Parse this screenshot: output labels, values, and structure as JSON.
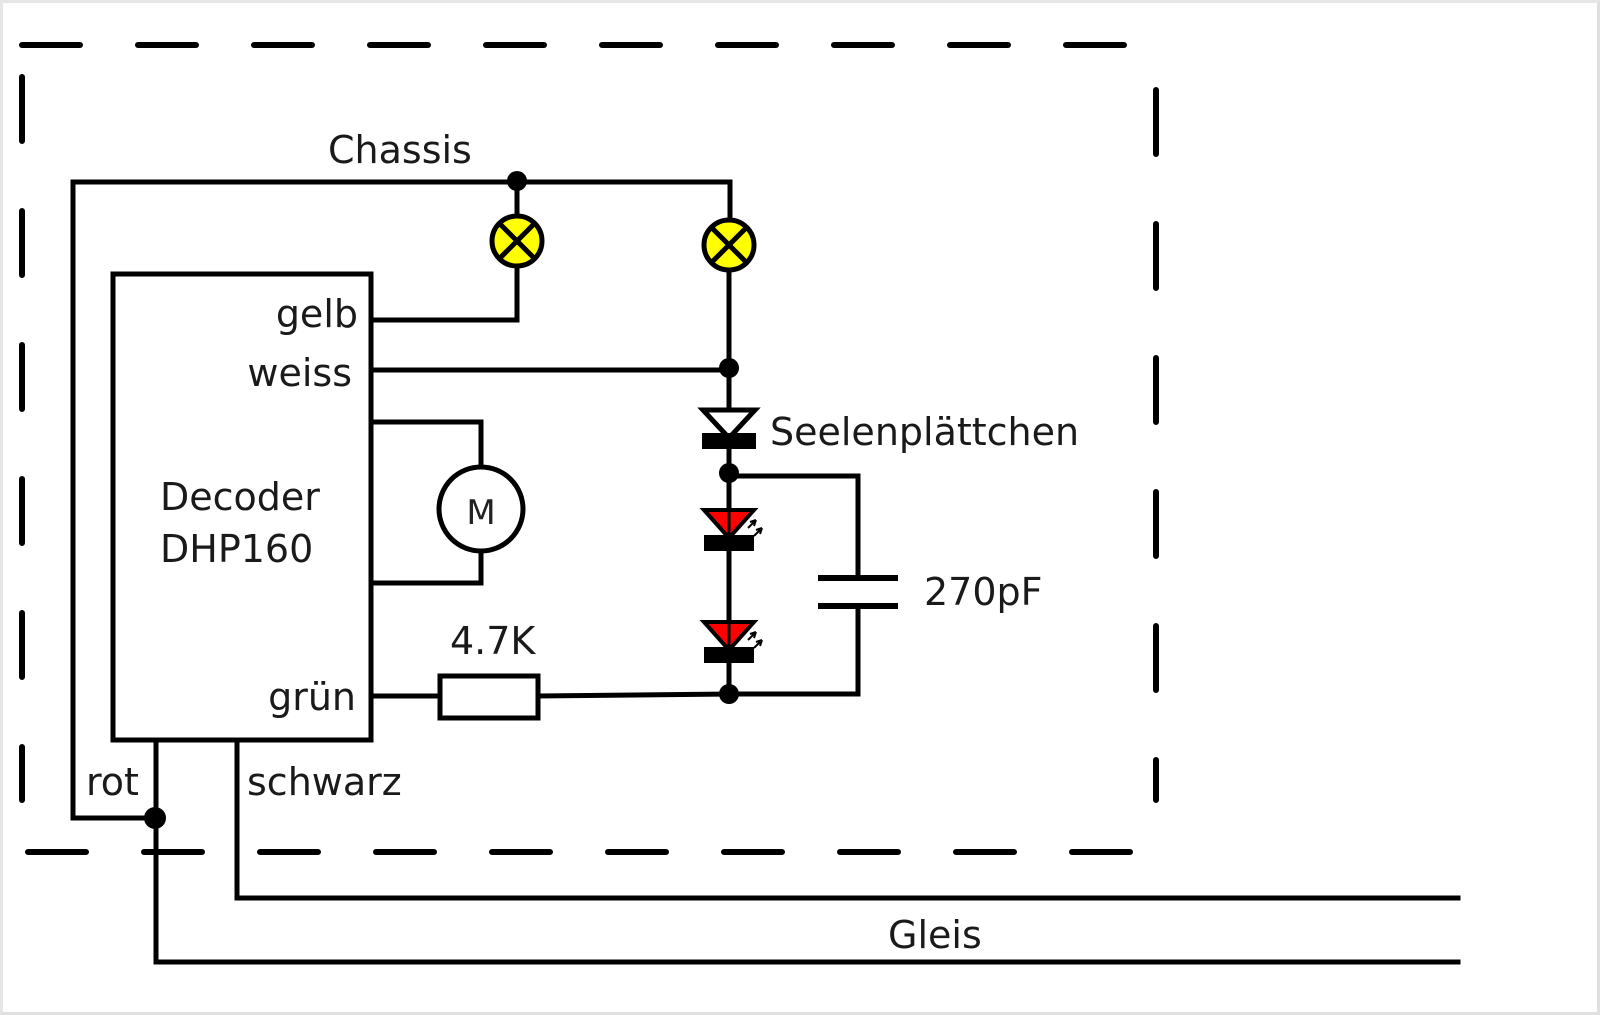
{
  "diagram": {
    "type": "circuit-schematic",
    "enclosure_label": "Chassis",
    "decoder": {
      "name_line1": "Decoder",
      "name_line2": "DHP160",
      "pins": {
        "gelb": "gelb",
        "weiss": "weiss",
        "gruen": "grün",
        "rot": "rot",
        "schwarz": "schwarz"
      }
    },
    "motor": {
      "symbol": "M"
    },
    "resistor": {
      "value": "4.7K"
    },
    "capacitor": {
      "value": "270pF"
    },
    "diode": {
      "label": "Seelenplättchen"
    },
    "track_label": "Gleis",
    "components": [
      {
        "kind": "lamp",
        "color": "#ffff00",
        "connects": [
          "Chassis",
          "gelb"
        ]
      },
      {
        "kind": "lamp",
        "color": "#ffff00",
        "connects": [
          "Chassis",
          "weiss"
        ]
      },
      {
        "kind": "diode",
        "label": "Seelenplättchen"
      },
      {
        "kind": "led",
        "color": "#ff0000"
      },
      {
        "kind": "led",
        "color": "#ff0000"
      },
      {
        "kind": "capacitor",
        "value": "270pF"
      },
      {
        "kind": "resistor",
        "value": "4.7K"
      },
      {
        "kind": "motor",
        "symbol": "M"
      }
    ],
    "colors": {
      "lamp_fill": "#ffff00",
      "led_fill": "#ff0000",
      "wire": "#000000"
    }
  }
}
